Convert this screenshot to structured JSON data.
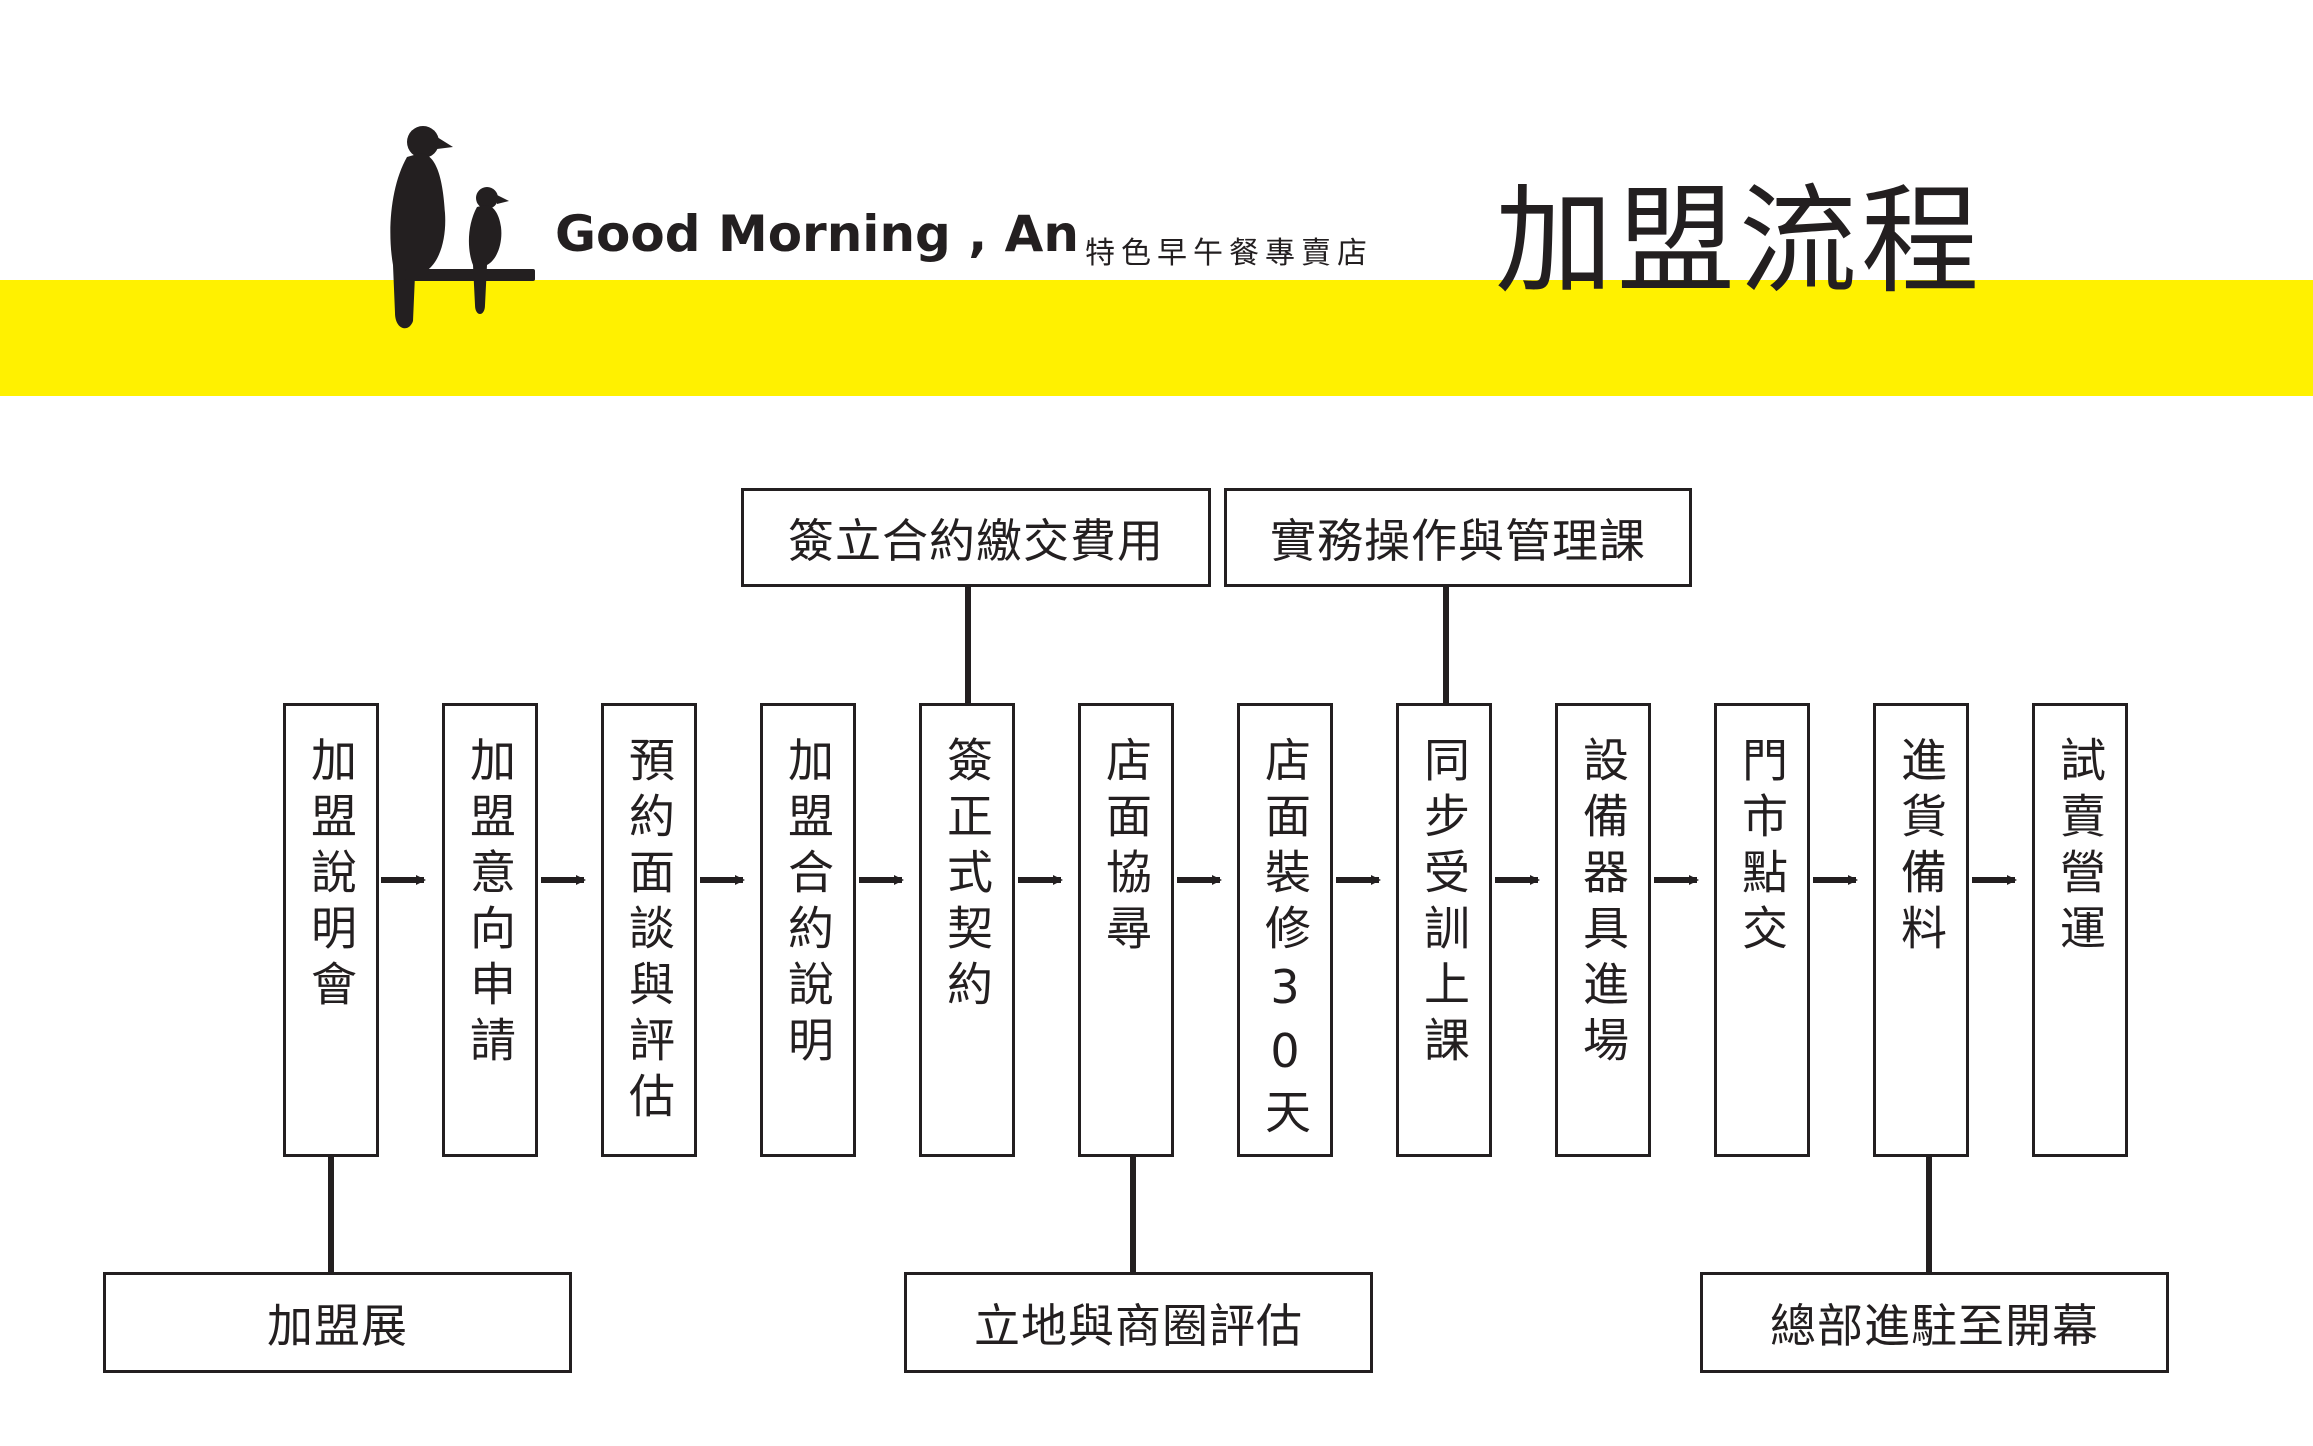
{
  "header": {
    "brand_name": "Good Morning , An",
    "brand_tagline": "特色早午餐專賣店",
    "title": "加盟流程",
    "accent_color": "#fff100"
  },
  "flow": {
    "steps": [
      {
        "label": "加盟說明會"
      },
      {
        "label": "加盟意向申請"
      },
      {
        "label": "預約面談與評估"
      },
      {
        "label": "加盟合約說明"
      },
      {
        "label": "簽正式契約"
      },
      {
        "label": "店面協尋"
      },
      {
        "label": "店面裝修30天"
      },
      {
        "label": "同步受訓上課"
      },
      {
        "label": "設備器具進場"
      },
      {
        "label": "門市點交"
      },
      {
        "label": "進貨備料"
      },
      {
        "label": "試賣營運"
      }
    ],
    "top_notes": [
      {
        "label": "簽立合約繳交費用",
        "attached_step": "簽正式契約"
      },
      {
        "label": "實務操作與管理課",
        "attached_step": "同步受訓上課"
      }
    ],
    "bottom_notes": [
      {
        "label": "加盟展",
        "attached_step": "加盟說明會"
      },
      {
        "label": "立地與商圈評估",
        "attached_step": "店面協尋"
      },
      {
        "label": "總部進駐至開幕",
        "attached_step": "進貨備料"
      }
    ]
  }
}
